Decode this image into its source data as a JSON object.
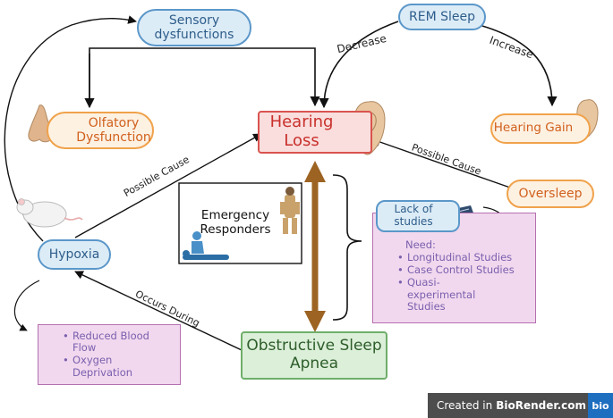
{
  "nodes": {
    "sensory": "Sensory dysfunctions",
    "rem": "REM Sleep",
    "olfactory": "Olfatory Dysfunction",
    "hearing_loss": "Hearing Loss",
    "hearing_gain": "Hearing Gain",
    "oversleep": "Oversleep",
    "hypoxia": "Hypoxia",
    "osa": "Obstructive Sleep Apnea",
    "emergency": "Emergency Responders",
    "lack_studies": "Lack of studies"
  },
  "edges": {
    "decrease": "Decrease",
    "increase": "Increase",
    "possible_cause_left": "Possible Cause",
    "possible_cause_right": "Possible Cause",
    "occurs_during": "Occurs During"
  },
  "need_box": {
    "heading": "Need:",
    "items": [
      "Longitudinal Studies",
      "Case Control Studies",
      "Quasi- experimental Studies"
    ]
  },
  "hypoxia_effects": {
    "items": [
      "Reduced Blood Flow",
      "Oxygen Deprivation"
    ]
  },
  "watermark": {
    "prefix": "Created in",
    "brand": "BioRender.com",
    "logo": "bio"
  }
}
